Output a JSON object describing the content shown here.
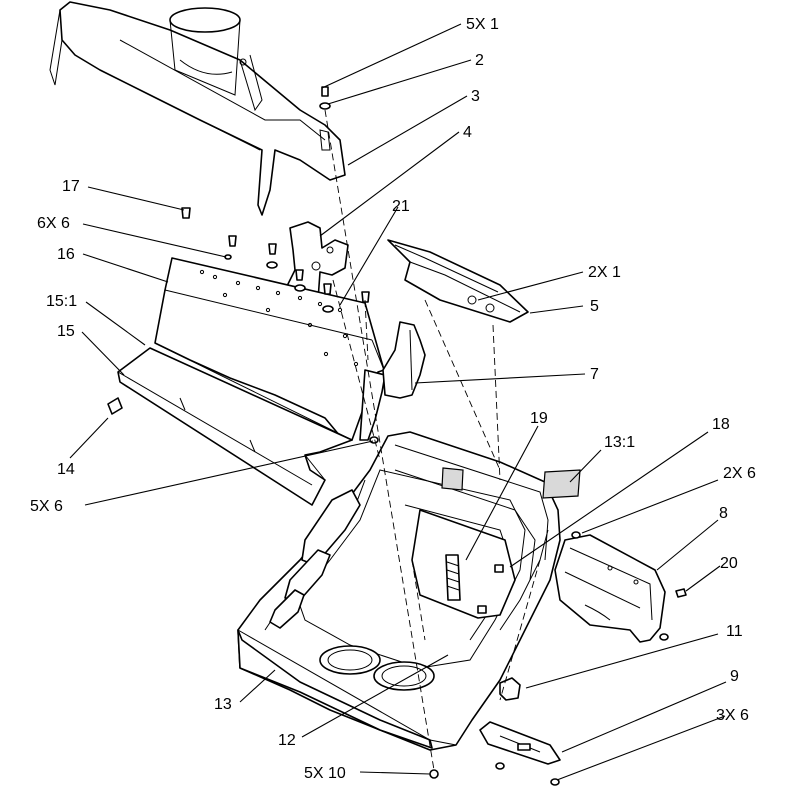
{
  "callouts": [
    {
      "id": "c-5x1-top",
      "text": "5X 1"
    },
    {
      "id": "c-2",
      "text": "2"
    },
    {
      "id": "c-3",
      "text": "3"
    },
    {
      "id": "c-4",
      "text": "4"
    },
    {
      "id": "c-17",
      "text": "17"
    },
    {
      "id": "c-21",
      "text": "21"
    },
    {
      "id": "c-6x6",
      "text": "6X 6"
    },
    {
      "id": "c-16",
      "text": "16"
    },
    {
      "id": "c-2x1",
      "text": "2X 1"
    },
    {
      "id": "c-15-1",
      "text": "15:1"
    },
    {
      "id": "c-5",
      "text": "5"
    },
    {
      "id": "c-15",
      "text": "15"
    },
    {
      "id": "c-7",
      "text": "7"
    },
    {
      "id": "c-19",
      "text": "19"
    },
    {
      "id": "c-13-1",
      "text": "13:1"
    },
    {
      "id": "c-18",
      "text": "18"
    },
    {
      "id": "c-14",
      "text": "14"
    },
    {
      "id": "c-2x6",
      "text": "2X 6"
    },
    {
      "id": "c-5x6",
      "text": "5X 6"
    },
    {
      "id": "c-8",
      "text": "8"
    },
    {
      "id": "c-20",
      "text": "20"
    },
    {
      "id": "c-11",
      "text": "11"
    },
    {
      "id": "c-9",
      "text": "9"
    },
    {
      "id": "c-13",
      "text": "13"
    },
    {
      "id": "c-3x6",
      "text": "3X 6"
    },
    {
      "id": "c-12",
      "text": "12"
    },
    {
      "id": "c-5x10",
      "text": "5X 10"
    }
  ]
}
